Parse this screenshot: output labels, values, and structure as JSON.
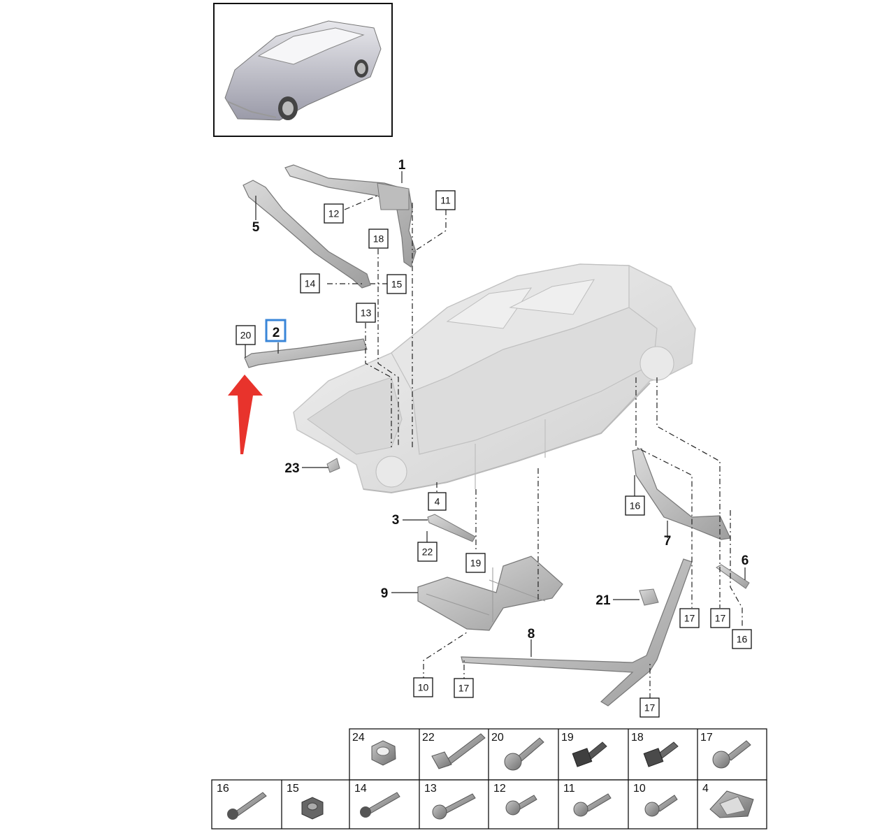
{
  "callouts_bold": [
    "1",
    "2",
    "3",
    "5",
    "6",
    "7",
    "8",
    "9",
    "21",
    "23"
  ],
  "callouts_boxed": [
    "4",
    "10",
    "11",
    "12",
    "13",
    "14",
    "15",
    "16",
    "16",
    "17",
    "17",
    "17",
    "17",
    "18",
    "19",
    "20",
    "22"
  ],
  "highlighted_callout": "2",
  "highlight_color": "#3a86d8",
  "arrow_color": "#e8332c",
  "fastener_grid": {
    "top_row": [
      "24",
      "22",
      "20",
      "19",
      "18",
      "17"
    ],
    "bottom_row": [
      "16",
      "15",
      "14",
      "13",
      "12",
      "11",
      "10",
      "4"
    ]
  }
}
